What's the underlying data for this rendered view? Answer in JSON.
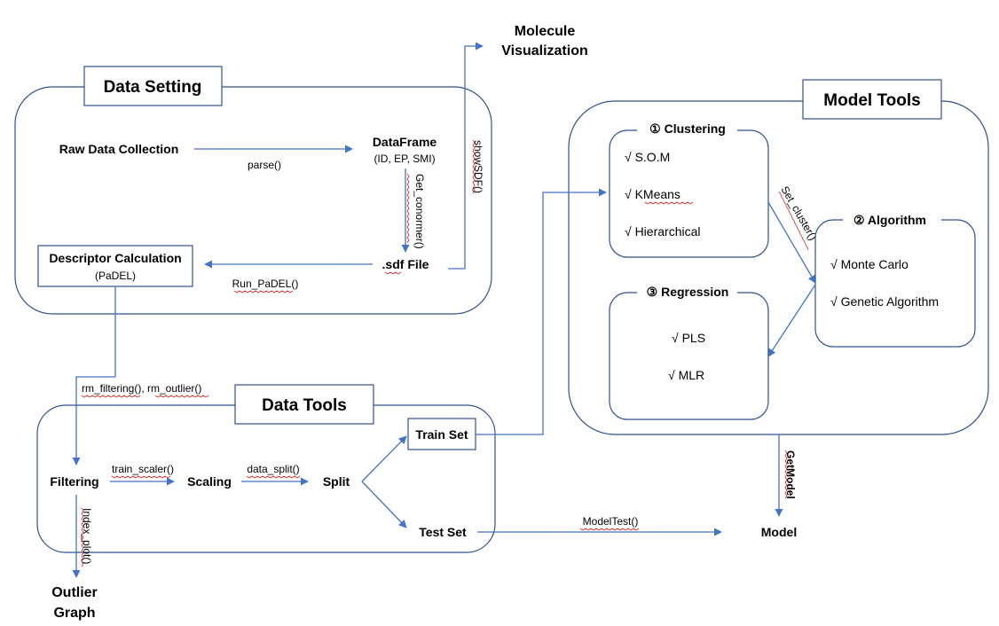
{
  "colors": {
    "stroke": "#4472c4",
    "border": "#2f528f",
    "spellcheck": "#e02020"
  },
  "data_setting": {
    "title": "Data Setting",
    "raw": "Raw Data Collection",
    "parse": "parse()",
    "dataframe": "DataFrame",
    "dataframe_sub": "(ID, EP, SMI)",
    "get_conformer": "Get_conormer()",
    "sdf": ".sdf File",
    "show_sdf": "showSDF()",
    "run_padel": "Run_PaDEL()",
    "descriptor": "Descriptor Calculation",
    "descriptor_sub": "(PaDEL)"
  },
  "molecule_vis": {
    "line1": "Molecule",
    "line2": "Visualization"
  },
  "data_tools": {
    "title": "Data Tools",
    "rm_label": "rm_filtering(),  rm_outlier()",
    "filtering": "Filtering",
    "train_scaler": "train_scaler()",
    "scaling": "Scaling",
    "data_split": "data_split()",
    "split": "Split",
    "train_set": "Train Set",
    "test_set": "Test Set",
    "index_plot": "Index_plot()"
  },
  "outlier": {
    "line1": "Outlier",
    "line2": "Graph"
  },
  "model_tools": {
    "title": "Model Tools",
    "clustering_title": "① Clustering",
    "clustering_items": [
      "√   S.O.M",
      "√   KMeans",
      "√   Hierarchical"
    ],
    "set_cluster": "Set_cluster()",
    "algorithm_title": "② Algorithm",
    "algorithm_items": [
      "√  Monte Carlo",
      "√  Genetic Algorithm"
    ],
    "regression_title": "③ Regression",
    "regression_items": [
      "√  PLS",
      "√  MLR"
    ],
    "get_model": "GetModel"
  },
  "model": "Model",
  "model_test": "ModelTest()"
}
